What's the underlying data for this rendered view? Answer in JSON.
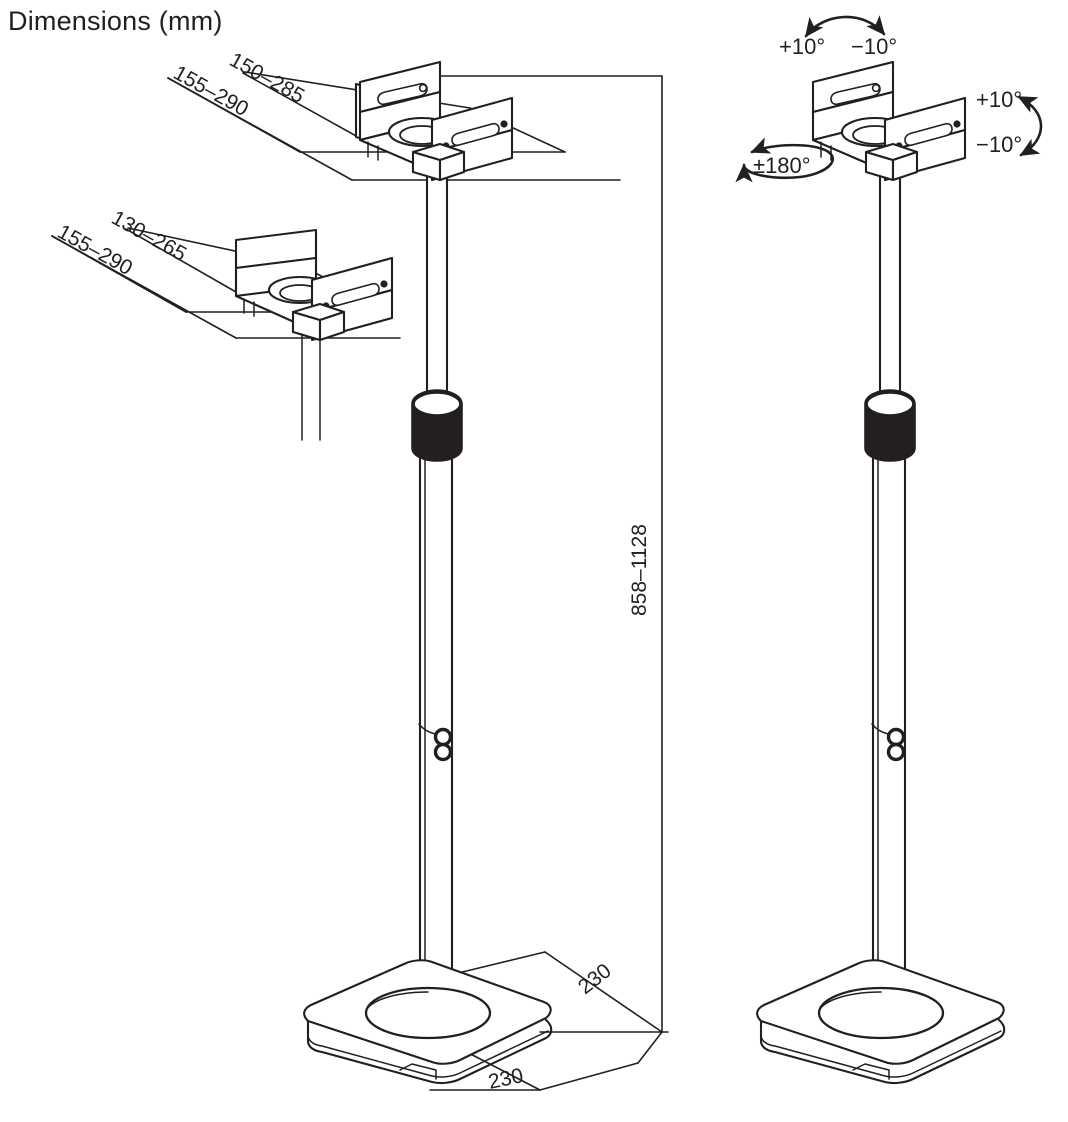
{
  "page": {
    "title": "Dimensions (mm)",
    "background": "#ffffff",
    "line_color": "#231f20",
    "units": "mm"
  },
  "dimensions": {
    "bracket_upper_outer": "155–290",
    "bracket_upper_inner": "150–285",
    "bracket_lower_outer": "155–290",
    "bracket_lower_inner": "130–265",
    "height": "858–1128",
    "base_depth": "230",
    "base_width": "230"
  },
  "angles": {
    "tilt_top_positive": "+10°",
    "tilt_top_negative": "−10°",
    "tilt_side_positive": "+10°",
    "tilt_side_negative": "−10°",
    "swivel": "±180°"
  },
  "views": {
    "left": {
      "name": "dimension-view",
      "parts": [
        "speaker-bracket-open",
        "speaker-bracket-closed",
        "telescopic-pole",
        "locking-collar",
        "cable-clip",
        "base-plate"
      ]
    },
    "right": {
      "name": "articulation-view",
      "parts": [
        "speaker-bracket-open",
        "telescopic-pole",
        "locking-collar",
        "cable-clip",
        "base-plate"
      ]
    }
  }
}
